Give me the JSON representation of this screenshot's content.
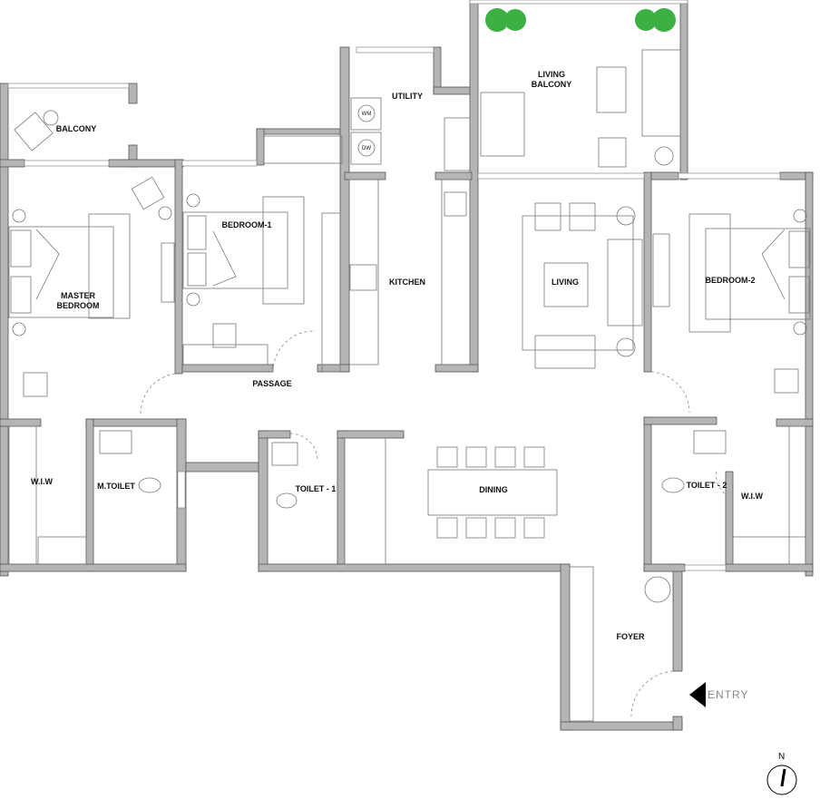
{
  "rooms": {
    "balcony": "BALCONY",
    "master_bedroom_1": "MASTER",
    "master_bedroom_2": "BEDROOM",
    "bedroom_1": "BEDROOM-1",
    "passage": "PASSAGE",
    "utility": "UTILITY",
    "kitchen": "KITCHEN",
    "living_balcony_1": "LIVING",
    "living_balcony_2": "BALCONY",
    "living": "LIVING",
    "bedroom_2": "BEDROOM-2",
    "w_i_w_left": "W.I.W",
    "m_toilet": "M.TOILET",
    "toilet_1": "TOILET - 1",
    "dining": "DINING",
    "toilet_2": "TOILET - 2",
    "w_i_w_right": "W.I.W",
    "foyer": "FOYER"
  },
  "appliances": {
    "washing_machine": "WM",
    "dishwasher": "DW"
  },
  "entry_label": "ENTRY",
  "north_label": "N",
  "colors": {
    "wall": "#b5b5b5",
    "plant": "#3cb043"
  }
}
